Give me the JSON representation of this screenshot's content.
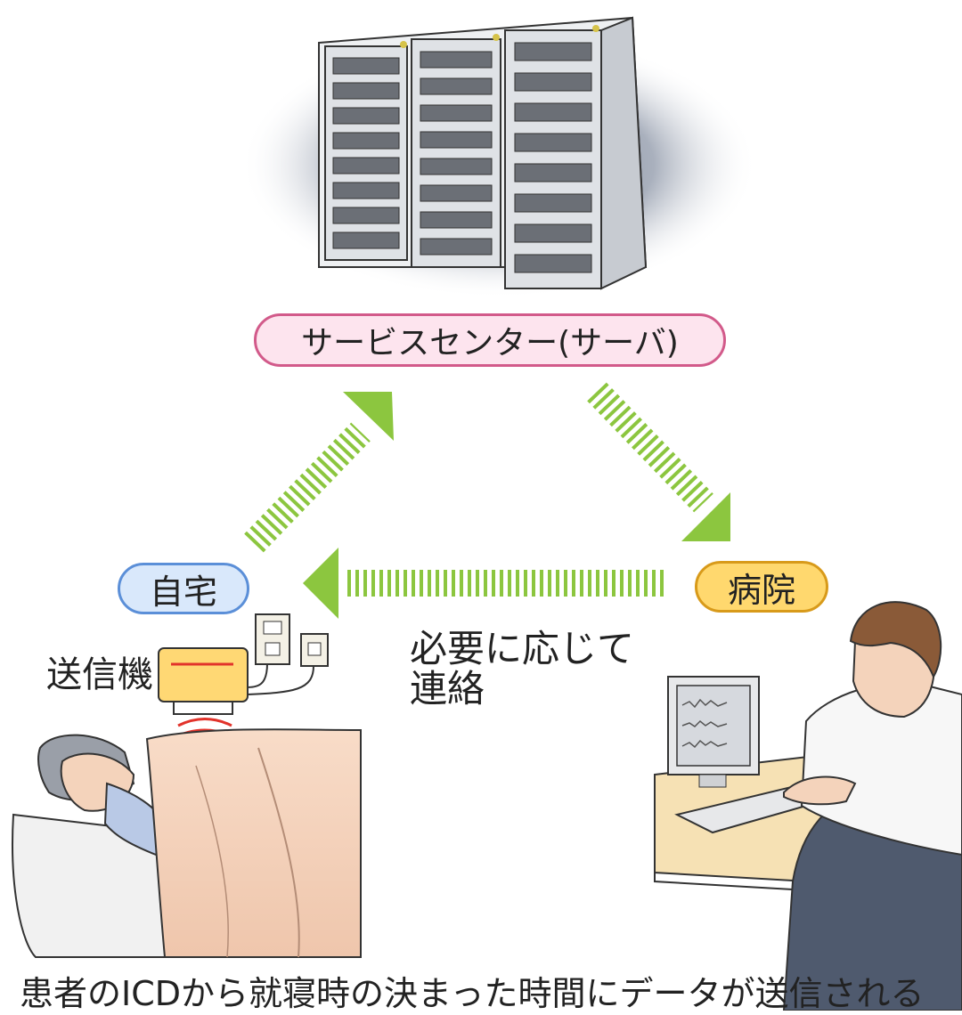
{
  "labels": {
    "server": "サービスセンター(サーバ)",
    "home": "自宅",
    "hospital": "病院"
  },
  "annotations": {
    "transmitter": "送信機",
    "contact_line1": "必要に応じて",
    "contact_line2": "連絡"
  },
  "caption": "患者のICDから就寝時の決まった時間にデータが送信される",
  "colors": {
    "arrow": "#8cc63f",
    "server_pill": "#fde4ee",
    "home_pill": "#d9e8fb",
    "hospital_pill": "#ffd86e"
  }
}
